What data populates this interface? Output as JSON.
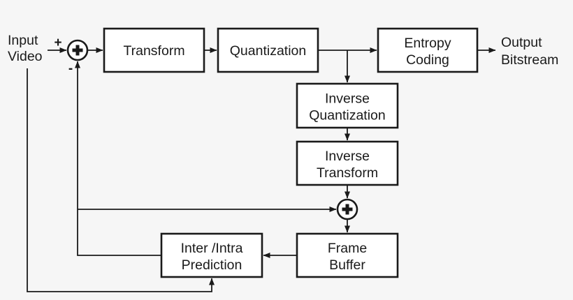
{
  "colors": {
    "background": "#f6f6f6",
    "box_fill": "#ffffff",
    "stroke": "#1a1a1a",
    "text": "#1a1a1a"
  },
  "io": {
    "input": {
      "line1": "Input",
      "line2": "Video"
    },
    "output": {
      "line1": "Output",
      "line2": "Bitstream"
    }
  },
  "adders": {
    "adder1": {
      "symbol": "+",
      "plus_sign": "+",
      "minus_sign": "-"
    },
    "adder2": {
      "symbol": "+"
    }
  },
  "blocks": {
    "transform": {
      "label": "Transform"
    },
    "quantization": {
      "label": "Quantization"
    },
    "entropy_coding": {
      "line1": "Entropy",
      "line2": "Coding"
    },
    "inverse_quantization": {
      "line1": "Inverse",
      "line2": "Quantization"
    },
    "inverse_transform": {
      "line1": "Inverse",
      "line2": "Transform"
    },
    "frame_buffer": {
      "line1": "Frame",
      "line2": "Buffer"
    },
    "inter_intra_prediction": {
      "line1": "Inter /Intra",
      "line2": "Prediction"
    }
  }
}
